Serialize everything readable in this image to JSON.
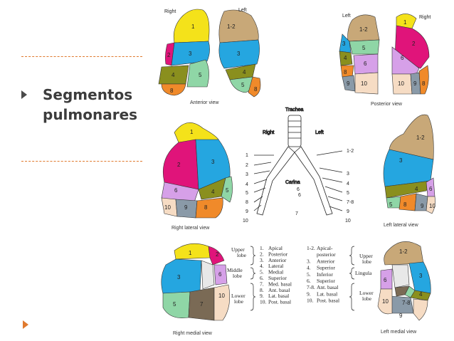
{
  "slide": {
    "title_line1": "Segmentos",
    "title_line2": "pulmonares"
  },
  "colors": {
    "apical": "#f4e21a",
    "posterior": "#e0147a",
    "anterior": "#25a6e0",
    "lateral": "#8a8f1e",
    "medial": "#8fd6a6",
    "superior": "#d6a0e8",
    "med_basal": "#7a6a55",
    "ant_basal": "#f08a2a",
    "lat_basal": "#8a9aa8",
    "post_basal": "#f6dcc4",
    "apical_posterior": "#c8a878",
    "accent": "#e07a2e"
  },
  "views": {
    "anterior": {
      "title": "Anterior view",
      "right": "Right",
      "left": "Left"
    },
    "posterior": {
      "title": "Posterior view",
      "right": "Right",
      "left": "Left"
    },
    "right_lateral": {
      "title": "Right lateral view"
    },
    "left_lateral": {
      "title": "Left lateral view"
    },
    "right_medial": {
      "title": "Right medial view"
    },
    "left_medial": {
      "title": "Left medial view"
    }
  },
  "bronchi": {
    "trachea": "Trachea",
    "right": "Right",
    "left": "Left",
    "carina": "Carina"
  },
  "legend": {
    "right": [
      {
        "num": "1.",
        "name": "Apical"
      },
      {
        "num": "2.",
        "name": "Posterior"
      },
      {
        "num": "3.",
        "name": "Anterior"
      },
      {
        "num": "4.",
        "name": "Lateral"
      },
      {
        "num": "5.",
        "name": "Medial"
      },
      {
        "num": "6.",
        "name": "Superior"
      },
      {
        "num": "7.",
        "name": "Med. basal"
      },
      {
        "num": "8.",
        "name": "Ant. basal"
      },
      {
        "num": "9.",
        "name": "Lat. basal"
      },
      {
        "num": "10.",
        "name": "Post. basal"
      }
    ],
    "left": [
      {
        "num": "1-2.",
        "name": "Apical-"
      },
      {
        "num": "",
        "name": "posterior"
      },
      {
        "num": "3.",
        "name": "Anterior"
      },
      {
        "num": "4.",
        "name": "Superior"
      },
      {
        "num": "5.",
        "name": "Inferior"
      },
      {
        "num": "6.",
        "name": "Superior"
      },
      {
        "num": "7-8.",
        "name": "Ant. basal"
      },
      {
        "num": "9.",
        "name": "Lat. basal"
      },
      {
        "num": "10.",
        "name": "Post. basal"
      }
    ],
    "right_groups": {
      "upper": "Upper",
      "upper2": "lobe",
      "middle": "Middle",
      "middle2": "lobe",
      "lower": "Lower",
      "lower2": "lobe"
    },
    "left_groups": {
      "upper": "Upper",
      "upper2": "lobe",
      "lingula": "Lingula",
      "lower": "Lower",
      "lower2": "lobe"
    }
  },
  "segment_numbers": {
    "n1": "1",
    "n2": "2",
    "n3": "3",
    "n4": "4",
    "n5": "5",
    "n6": "6",
    "n7": "7",
    "n8": "8",
    "n9": "9",
    "n10": "10",
    "n12": "1-2",
    "n78": "7-8"
  }
}
